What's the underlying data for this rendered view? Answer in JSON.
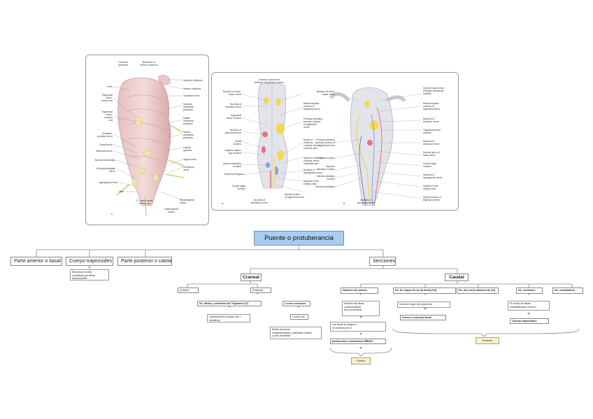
{
  "figure_left": {
    "labels_left": [
      "Pons",
      "Trigeminal\nnerve,\nmotor root",
      "Trigeminal\nnerve,\nsensory\nroot",
      "Vestibulo-\ncochlear nerve",
      "Facial nerve",
      "Abducent nerve",
      "Nervus intermedius",
      "Glossopharyngeal\nnerve",
      "Hypoglossal nerve",
      "Olive"
    ],
    "labels_top": [
      "Cerebral\npeduncle",
      "Brachium of\ninferior colliculus"
    ],
    "labels_right": [
      "Superior colliculus",
      "Inferior colliculus",
      "Trochlear nerve",
      "Superior\ncerebellar\npeduncle",
      "Middle\ncerebellar\npeduncle",
      "Inferior\ncerebellar\npeduncle",
      "Lateral\naperture",
      "Vagus nerve",
      "Accessory\nnerve",
      "Posterolateral\nsulcus"
    ],
    "labels_bottom": [
      "C1 spinal nerve,\nventral root",
      "Anterolateral\nsulcus"
    ],
    "sublabel": "c"
  },
  "figure_right": {
    "a_labels_left": [
      "Nucleus of oculo-\nmotor nerve",
      "Nucleus of\ntrochlear nerve",
      "Trigeminal\nmotor nucleus",
      "Nucleus of\nabducent nerve",
      "Facial\nnucleus",
      "Superior saliva-\ntory nucleus",
      "Inferior salivatory\nnucleus",
      "Nucleus ambiguus",
      "Dorsal vagal\nnucleus",
      "Nucleus of\naccessory nerve"
    ],
    "a_labels_right": [
      "Visceral oculomotor\n(Edinger-Westphal) nucleus",
      "Mesencephalic\nnucleus of\ntrigeminal nerve",
      "Principal (pontine)\nsensory nucleus\nof trigeminal\nnerve",
      "Nuclei of\nvestibulo-\ncochlear nerve,\ncochlear part",
      "Nuclei of vestibulo-\ncochlear nerve,\nvestibular part",
      "Nucleus of\nhypoglossal nerve",
      "Nucleus of the\nsolitary tract",
      "Spinal nucleus\nof trigeminal nerve"
    ],
    "b_labels_left": [
      "Nucleus of oculo-\nmotor nerve",
      "Principal (pontine)\nsensory nucleus of\ntrigeminal nerve",
      "Facial nucleus",
      "Superior\nsalivatory nucleus",
      "Inferior salivatory\nnucleus",
      "Nucleus ambiguus",
      "Nucleus of\naccessory nerve"
    ],
    "b_labels_right": [
      "Visceral oculomotor\n(Edinger-Westphal)\nnucleus",
      "Mesencephalic\nnucleus of\ntrigeminal nerve",
      "Nucleus of\ntrochlear nerve",
      "Trigeminal motor\nnucleus",
      "Nucleus of\nabducent nerve",
      "Internal genu of\nfacial nerve",
      "Dorsal vagal\nnucleus",
      "Nucleus of\nhypoglossal nerve",
      "Nucleus of the\nsolitary tract",
      "Spinal nucleus of\ntrigeminal nerve"
    ],
    "sublabel_a": "a",
    "sublabel_b": "b"
  },
  "mindmap": {
    "root": "Puente o protuberancia",
    "level1": [
      "Parte anterior o basal",
      "Cuerpo trapezoides",
      "Parte posterior o calota",
      "Secciones"
    ],
    "trapezoides_note": "Estructura central\nconstituida por fibras\ntransversales",
    "secciones": [
      "Craneal",
      "Caudal"
    ],
    "craneal": {
      "children": [
        "Anterior",
        "Posterior"
      ],
      "nucleo_trigemino": "Nc. Motor y sensitivo del Trigémino (V)",
      "nucleo_trigemino_note": "Lateralmente al núcleo del V\nsensitivos",
      "locus": "Locus coeruleus",
      "locus_child": "Centro NA",
      "locus_note": "Media neuronas\nnoradrenérgicas y actividad cortical\ny ciclo despertar"
    },
    "caudal": {
      "children": [
        "Núcleos del puente",
        "Nc. de origen de la vía facial (VII)",
        "Nc. del nervio abducente (VI)",
        "Nc. cocleares",
        "Nc. vestibulares"
      ],
      "puente_note1": "Reciben las fibras\ncorticopontinas\ndel pro-cerebral",
      "puente_note2": "Las fibras se dirigen a\nel cerebelo por el",
      "puente_bold": "pedúnculos cerebelosos MEDIO",
      "puente_tag": "Función",
      "facial_note": "Indica el origen del abducens",
      "facial_bold": "Forma el colículo facial",
      "cocleares_note": "El núcleo de fibras\ncontralaterales forma el",
      "cocleares_bold": "Cuerpo trapezoides",
      "caudal_tag": "Posterior"
    }
  }
}
